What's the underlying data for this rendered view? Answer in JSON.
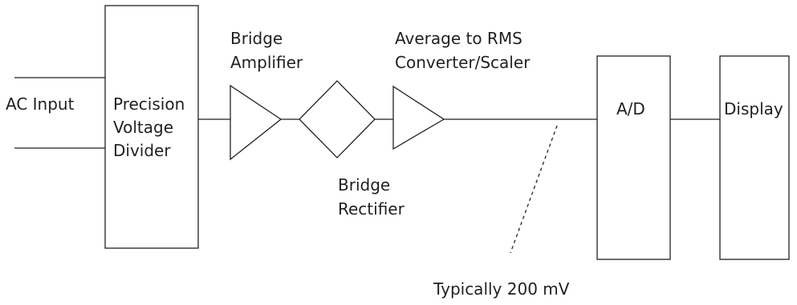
{
  "labels": {
    "ac_input": "AC Input",
    "divider_line1": "Precision",
    "divider_line2": "Voltage",
    "divider_line3": "Divider",
    "amp_line1": "Bridge",
    "amp_line2": "Amplifier",
    "converter_line1": "Average to RMS",
    "converter_line2": "Converter/Scaler",
    "rectifier_line1": "Bridge",
    "rectifier_line2": "Rectifier",
    "ad": "A/D",
    "display": "Display",
    "signal_note": "Typically 200 mV"
  }
}
